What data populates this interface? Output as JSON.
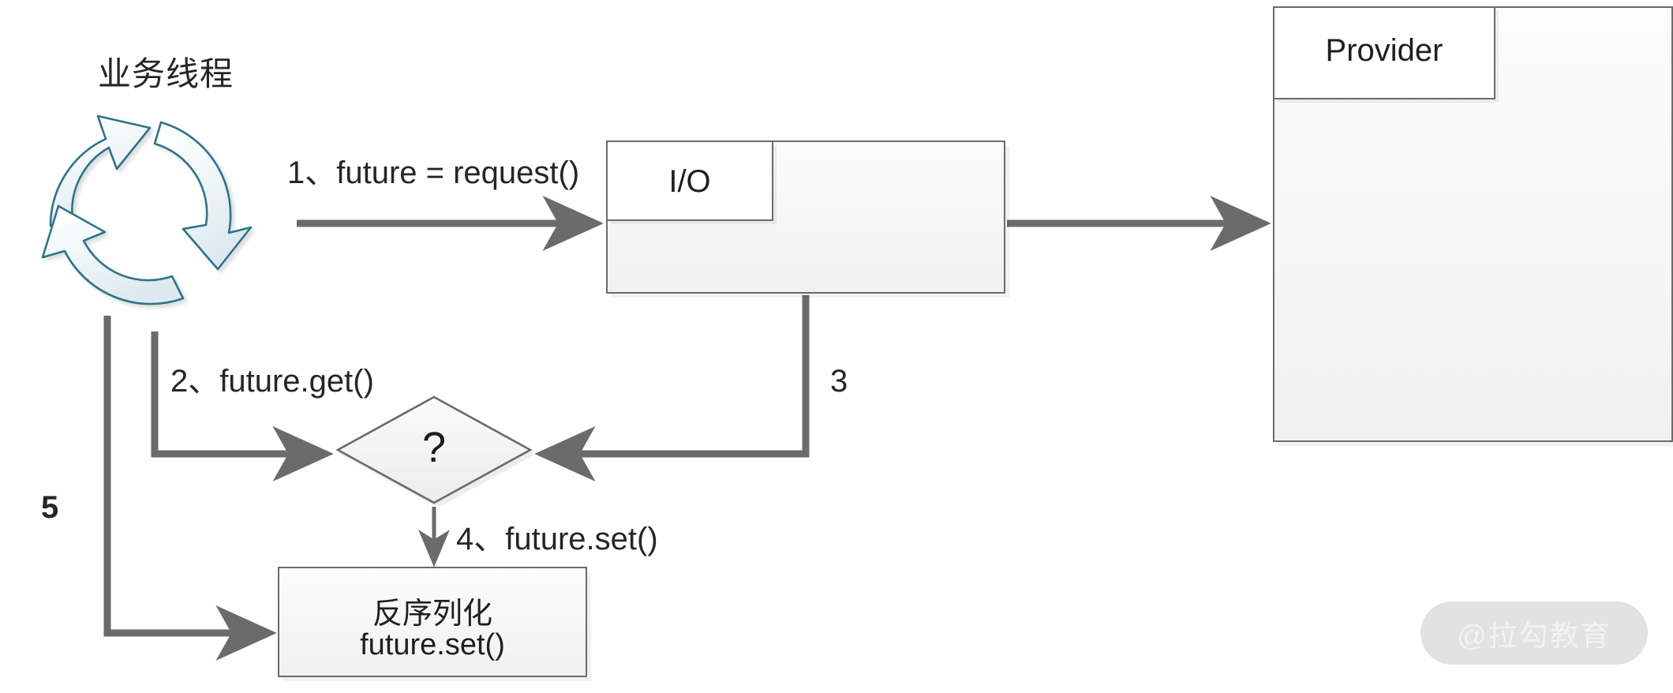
{
  "diagram": {
    "title_thread": "业务线程",
    "watermark": "@拉勾教育",
    "colors": {
      "connector": "#6b6b6b",
      "box_border": "#6b6b6b",
      "cycle_stroke": "#2e7389",
      "cycle_fill": "#eef4f7",
      "text": "#262626",
      "watermark_pill": "#e2e2e2"
    }
  },
  "steps": [
    {
      "id": "1",
      "label": "1、future = request()"
    },
    {
      "id": "2",
      "label": "2、future.get()"
    },
    {
      "id": "3",
      "label": "3"
    },
    {
      "id": "4",
      "label": "4、future.set()"
    },
    {
      "id": "5",
      "label": "5"
    }
  ],
  "nodes": {
    "io": {
      "tab_label": "I/O"
    },
    "provider": {
      "tab_label": "Provider"
    },
    "decision": {
      "label": "?"
    },
    "deserialize": {
      "line1": "反序列化",
      "line2": "future.set()"
    }
  }
}
